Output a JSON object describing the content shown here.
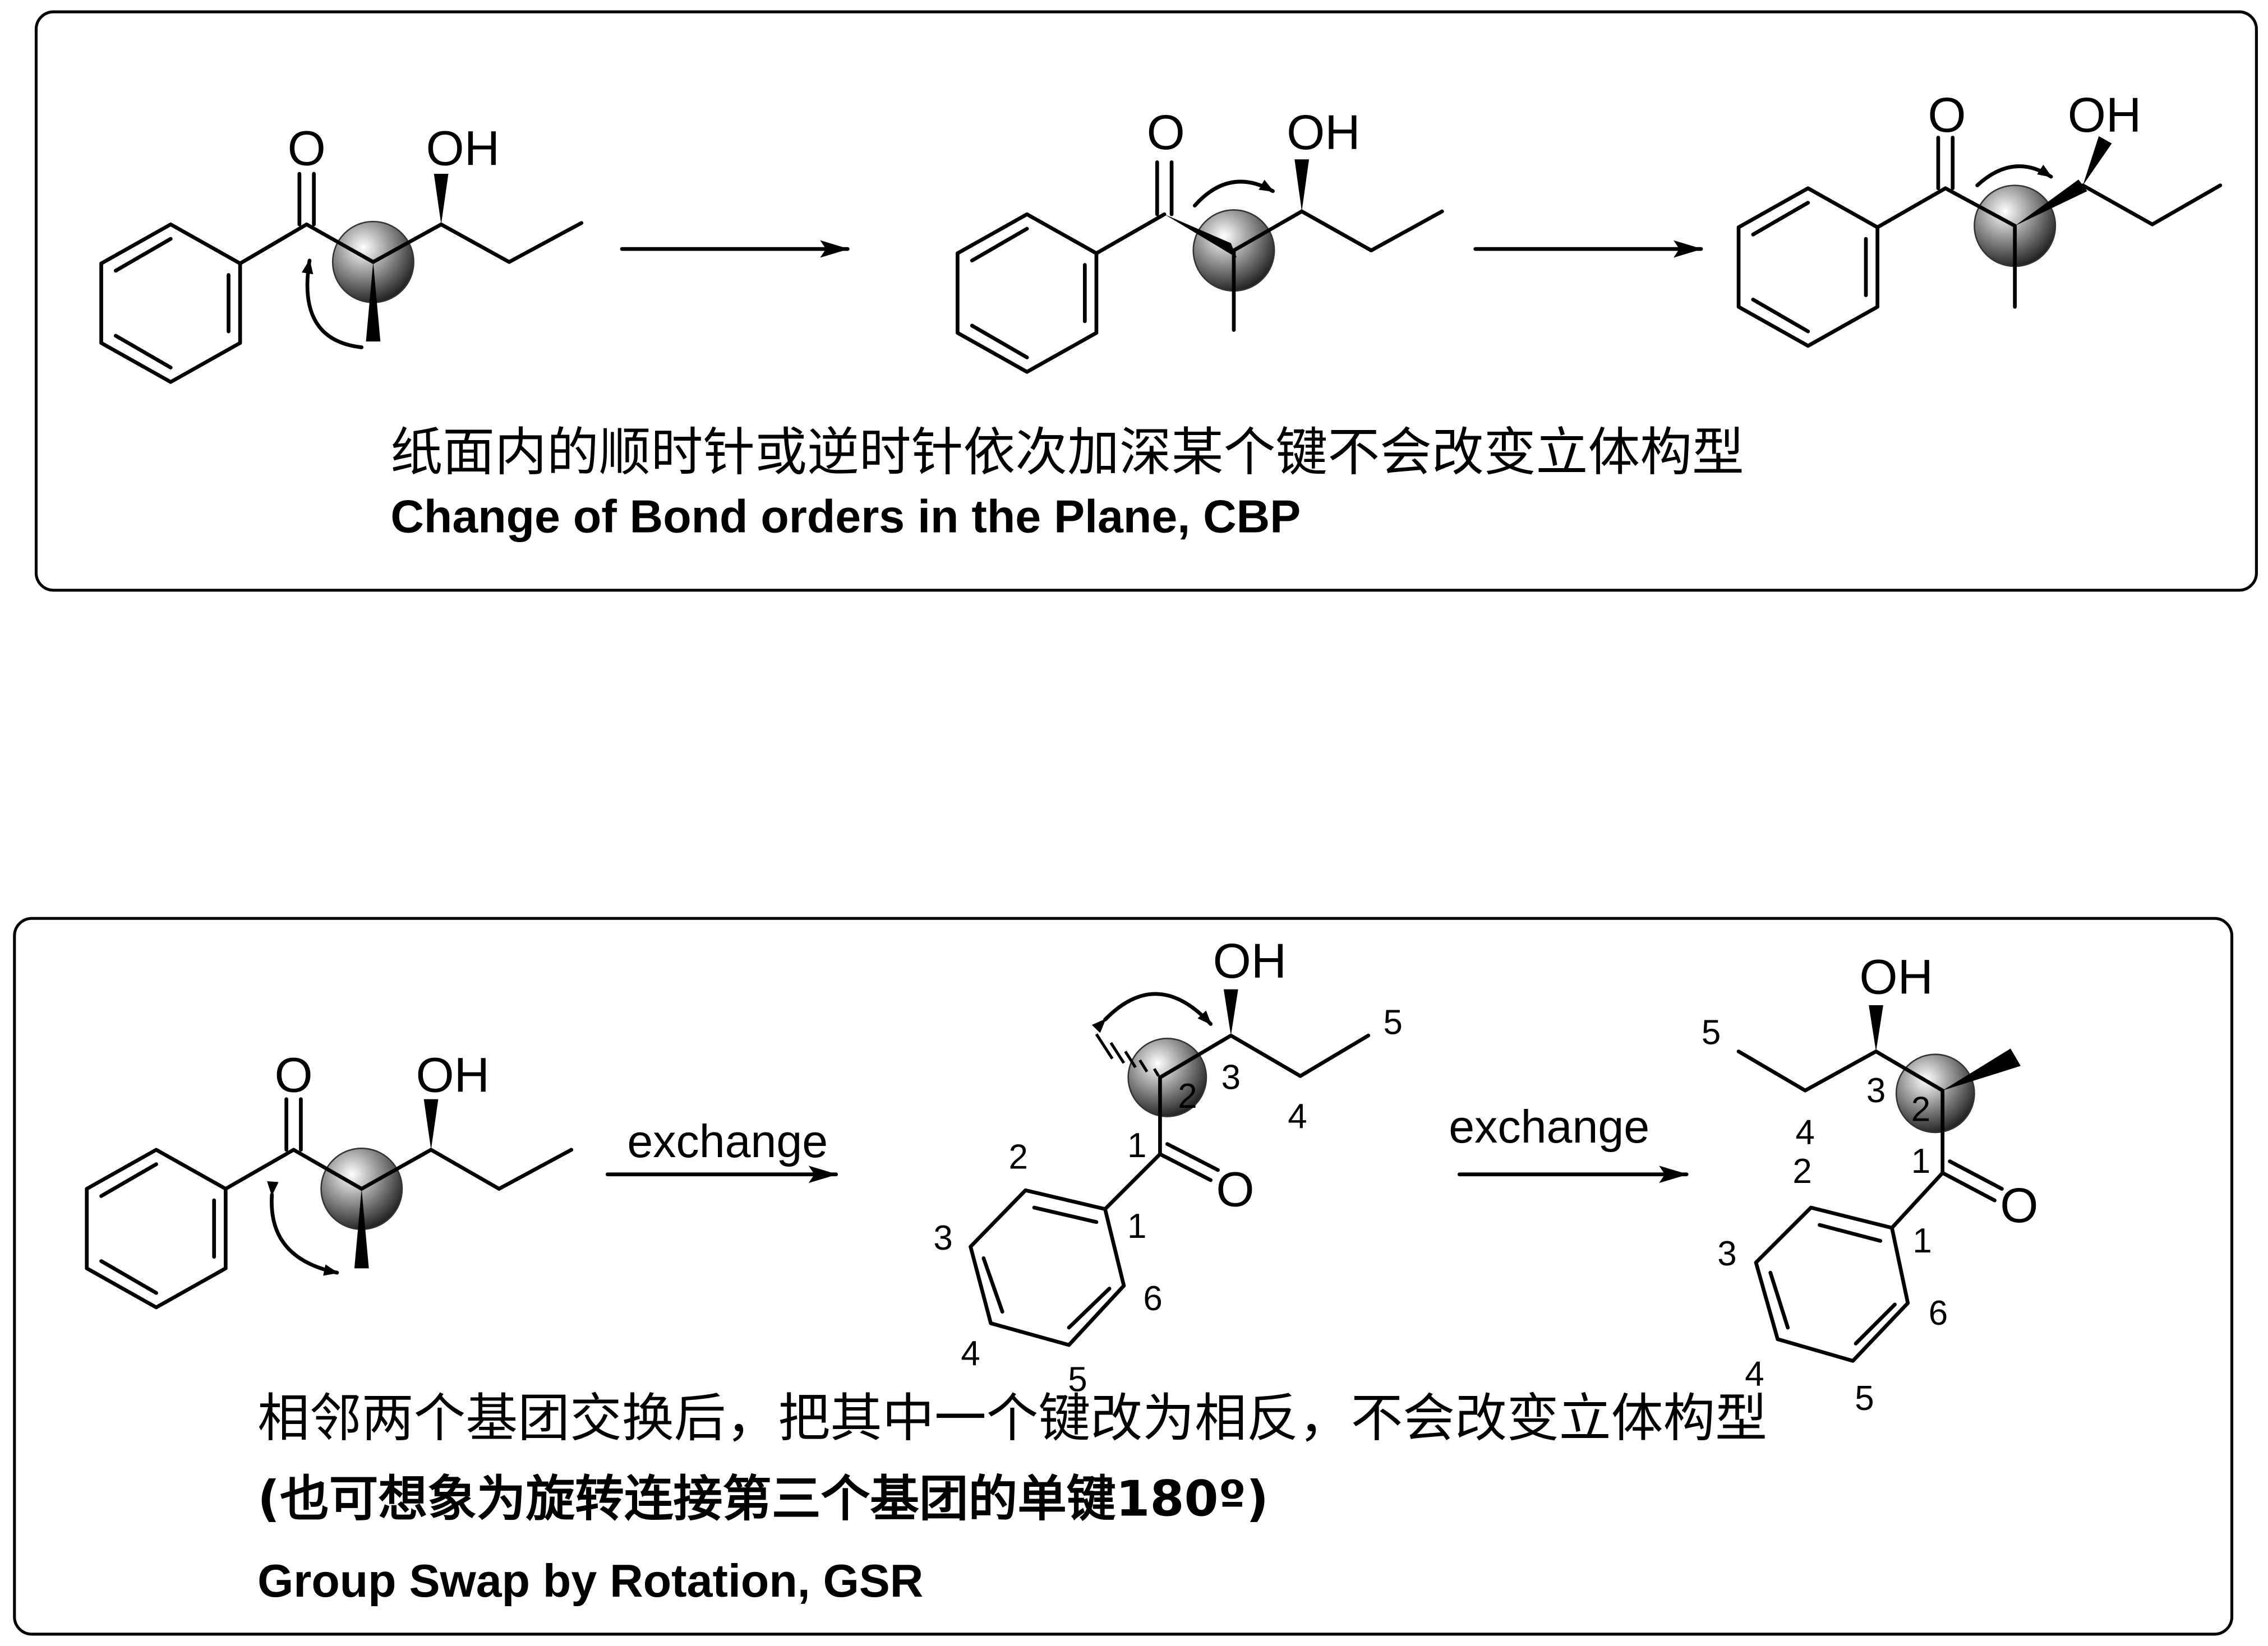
{
  "panel_cbp": {
    "atoms": {
      "oxygen": "O",
      "hydroxyl": "OH"
    },
    "caption_cn": "纸面内的顺时针或逆时针依次加深某个键不会改变立体构型",
    "caption_en": "Change of Bond orders in the Plane, CBP"
  },
  "panel_gsr": {
    "atoms": {
      "oxygen": "O",
      "hydroxyl": "OH"
    },
    "arrow_label": "exchange",
    "numbers": {
      "n1": "1",
      "n2": "2",
      "n3": "3",
      "n4": "4",
      "n5": "5",
      "n6": "6"
    },
    "caption_cn": "相邻两个基团交换后，把其中一个键改为相反，不会改变立体构型",
    "caption_cn2": "(也可想象为旋转连接第三个基团的单键180º)",
    "caption_en": "Group Swap by Rotation, GSR"
  }
}
